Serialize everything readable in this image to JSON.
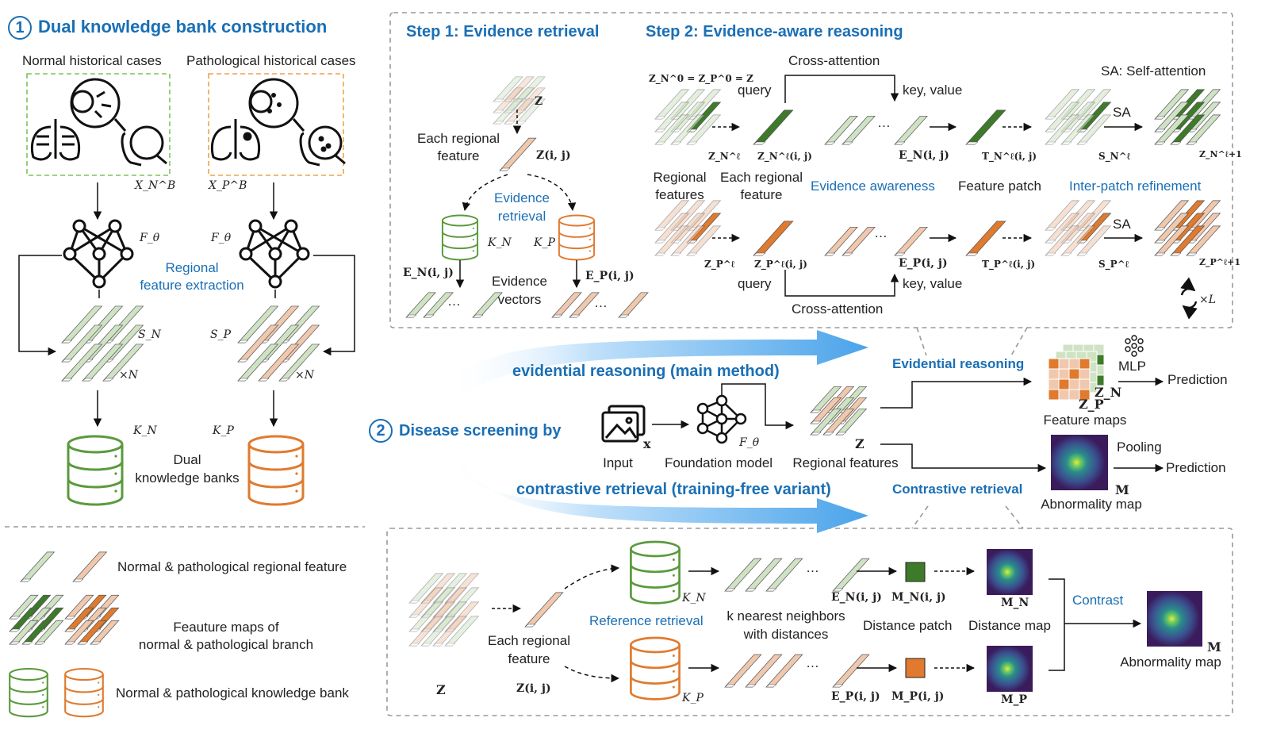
{
  "panel1": {
    "number": "1",
    "title": "Dual knowledge bank construction",
    "normal_cases": "Normal historical cases",
    "path_cases": "Pathological historical cases",
    "x_normal": "X_N^B",
    "x_path": "X_P^B",
    "f_theta": "F_θ",
    "regional_extraction_1": "Regional",
    "regional_extraction_2": "feature extraction",
    "s_normal": "S_N",
    "s_path": "S_P",
    "times_n": "×N",
    "k_normal": "K_N",
    "k_path": "K_P",
    "dual_banks_1": "Dual",
    "dual_banks_2": "knowledge banks"
  },
  "step1": {
    "title": "Step 1: Evidence retrieval",
    "z": "Z",
    "each_regional_1": "Each regional",
    "each_regional_2": "feature",
    "zij": "Z(i, j)",
    "evidence_retrieval_1": "Evidence",
    "evidence_retrieval_2": "retrieval",
    "kn": "K_N",
    "kp": "K_P",
    "en": "E_N(i, j)",
    "ep": "E_P(i, j)",
    "evidence_vectors_1": "Evidence",
    "evidence_vectors_2": "vectors"
  },
  "step2": {
    "title": "Step 2: Evidence-aware reasoning",
    "init_eq": "Z_N^0 = Z_P^0 = Z",
    "cross_attention_top": "Cross-attention",
    "cross_attention_bottom": "Cross-attention",
    "query_top": "query",
    "query_bottom": "query",
    "key_value_top": "key, value",
    "key_value_bottom": "key, value",
    "sa_def": "SA: Self-attention",
    "sa_top": "SA",
    "sa_bottom": "SA",
    "regional_features_1": "Regional",
    "regional_features_2": "features",
    "each_regional_1": "Each regional",
    "each_regional_2": "feature",
    "evidence_awareness": "Evidence awareness",
    "feature_patch": "Feature patch",
    "inter_patch": "Inter-patch refinement",
    "zn_l": "Z_N^ℓ",
    "zp_l": "Z_P^ℓ",
    "zn_lij": "Z_N^ℓ(i, j)",
    "zp_lij": "Z_P^ℓ(i, j)",
    "en_ij": "E_N(i, j)",
    "ep_ij": "E_P(i, j)",
    "tn": "T_N^ℓ(i, j)",
    "tp": "T_P^ℓ(i, j)",
    "sn": "S_N^ℓ",
    "sp": "S_P^ℓ",
    "zn_next": "Z_N^ℓ+1",
    "zp_next": "Z_P^ℓ+1",
    "times_l": "×L"
  },
  "panel2": {
    "number": "2",
    "title": "Disease screening by",
    "evidential_main": "evidential reasoning (main method)",
    "contrastive_variant": "contrastive retrieval (training-free variant)",
    "input": "Input",
    "x": "x",
    "foundation_model": "Foundation model",
    "f_theta": "F_θ",
    "regional_features": "Regional features",
    "z": "Z",
    "evidential_reasoning": "Evidential reasoning",
    "contrastive_retrieval": "Contrastive retrieval",
    "mlp": "MLP",
    "prediction_top": "Prediction",
    "prediction_bottom": "Prediction",
    "pooling": "Pooling",
    "zn": "Z_N",
    "zp": "Z_P",
    "feature_maps": "Feature maps",
    "m": "M",
    "abnormality_map": "Abnormality map"
  },
  "bottom": {
    "z": "Z",
    "zij": "Z(i, j)",
    "each_regional_1": "Each regional",
    "each_regional_2": "feature",
    "kn": "K_N",
    "kp": "K_P",
    "reference_retrieval": "Reference retrieval",
    "knn_1": "k nearest neighbors",
    "knn_2": "with distances",
    "en": "E_N(i, j)",
    "ep": "E_P(i, j)",
    "mn_ij": "M_N(i, j)",
    "mp_ij": "M_P(i, j)",
    "distance_patch": "Distance patch",
    "distance_map": "Distance map",
    "mn": "M_N",
    "mp": "M_P",
    "contrast": "Contrast",
    "m": "M",
    "abnormality_map": "Abnormality map"
  },
  "legend": {
    "regional_feature": "Normal & pathological regional feature",
    "feature_maps_1": "Feauture maps of",
    "feature_maps_2": "normal & pathological branch",
    "knowledge_bank": "Normal & pathological knowledge bank"
  },
  "colors": {
    "blue": "#1a6fb5",
    "green": "#5a9a3c",
    "dark_green": "#3d7a2a",
    "orange": "#e07a2e",
    "light_green": "#cfe3c4",
    "light_orange": "#f0c8ae",
    "gray_dash": "#888888",
    "arrow_blue": "#6ab4ee"
  }
}
